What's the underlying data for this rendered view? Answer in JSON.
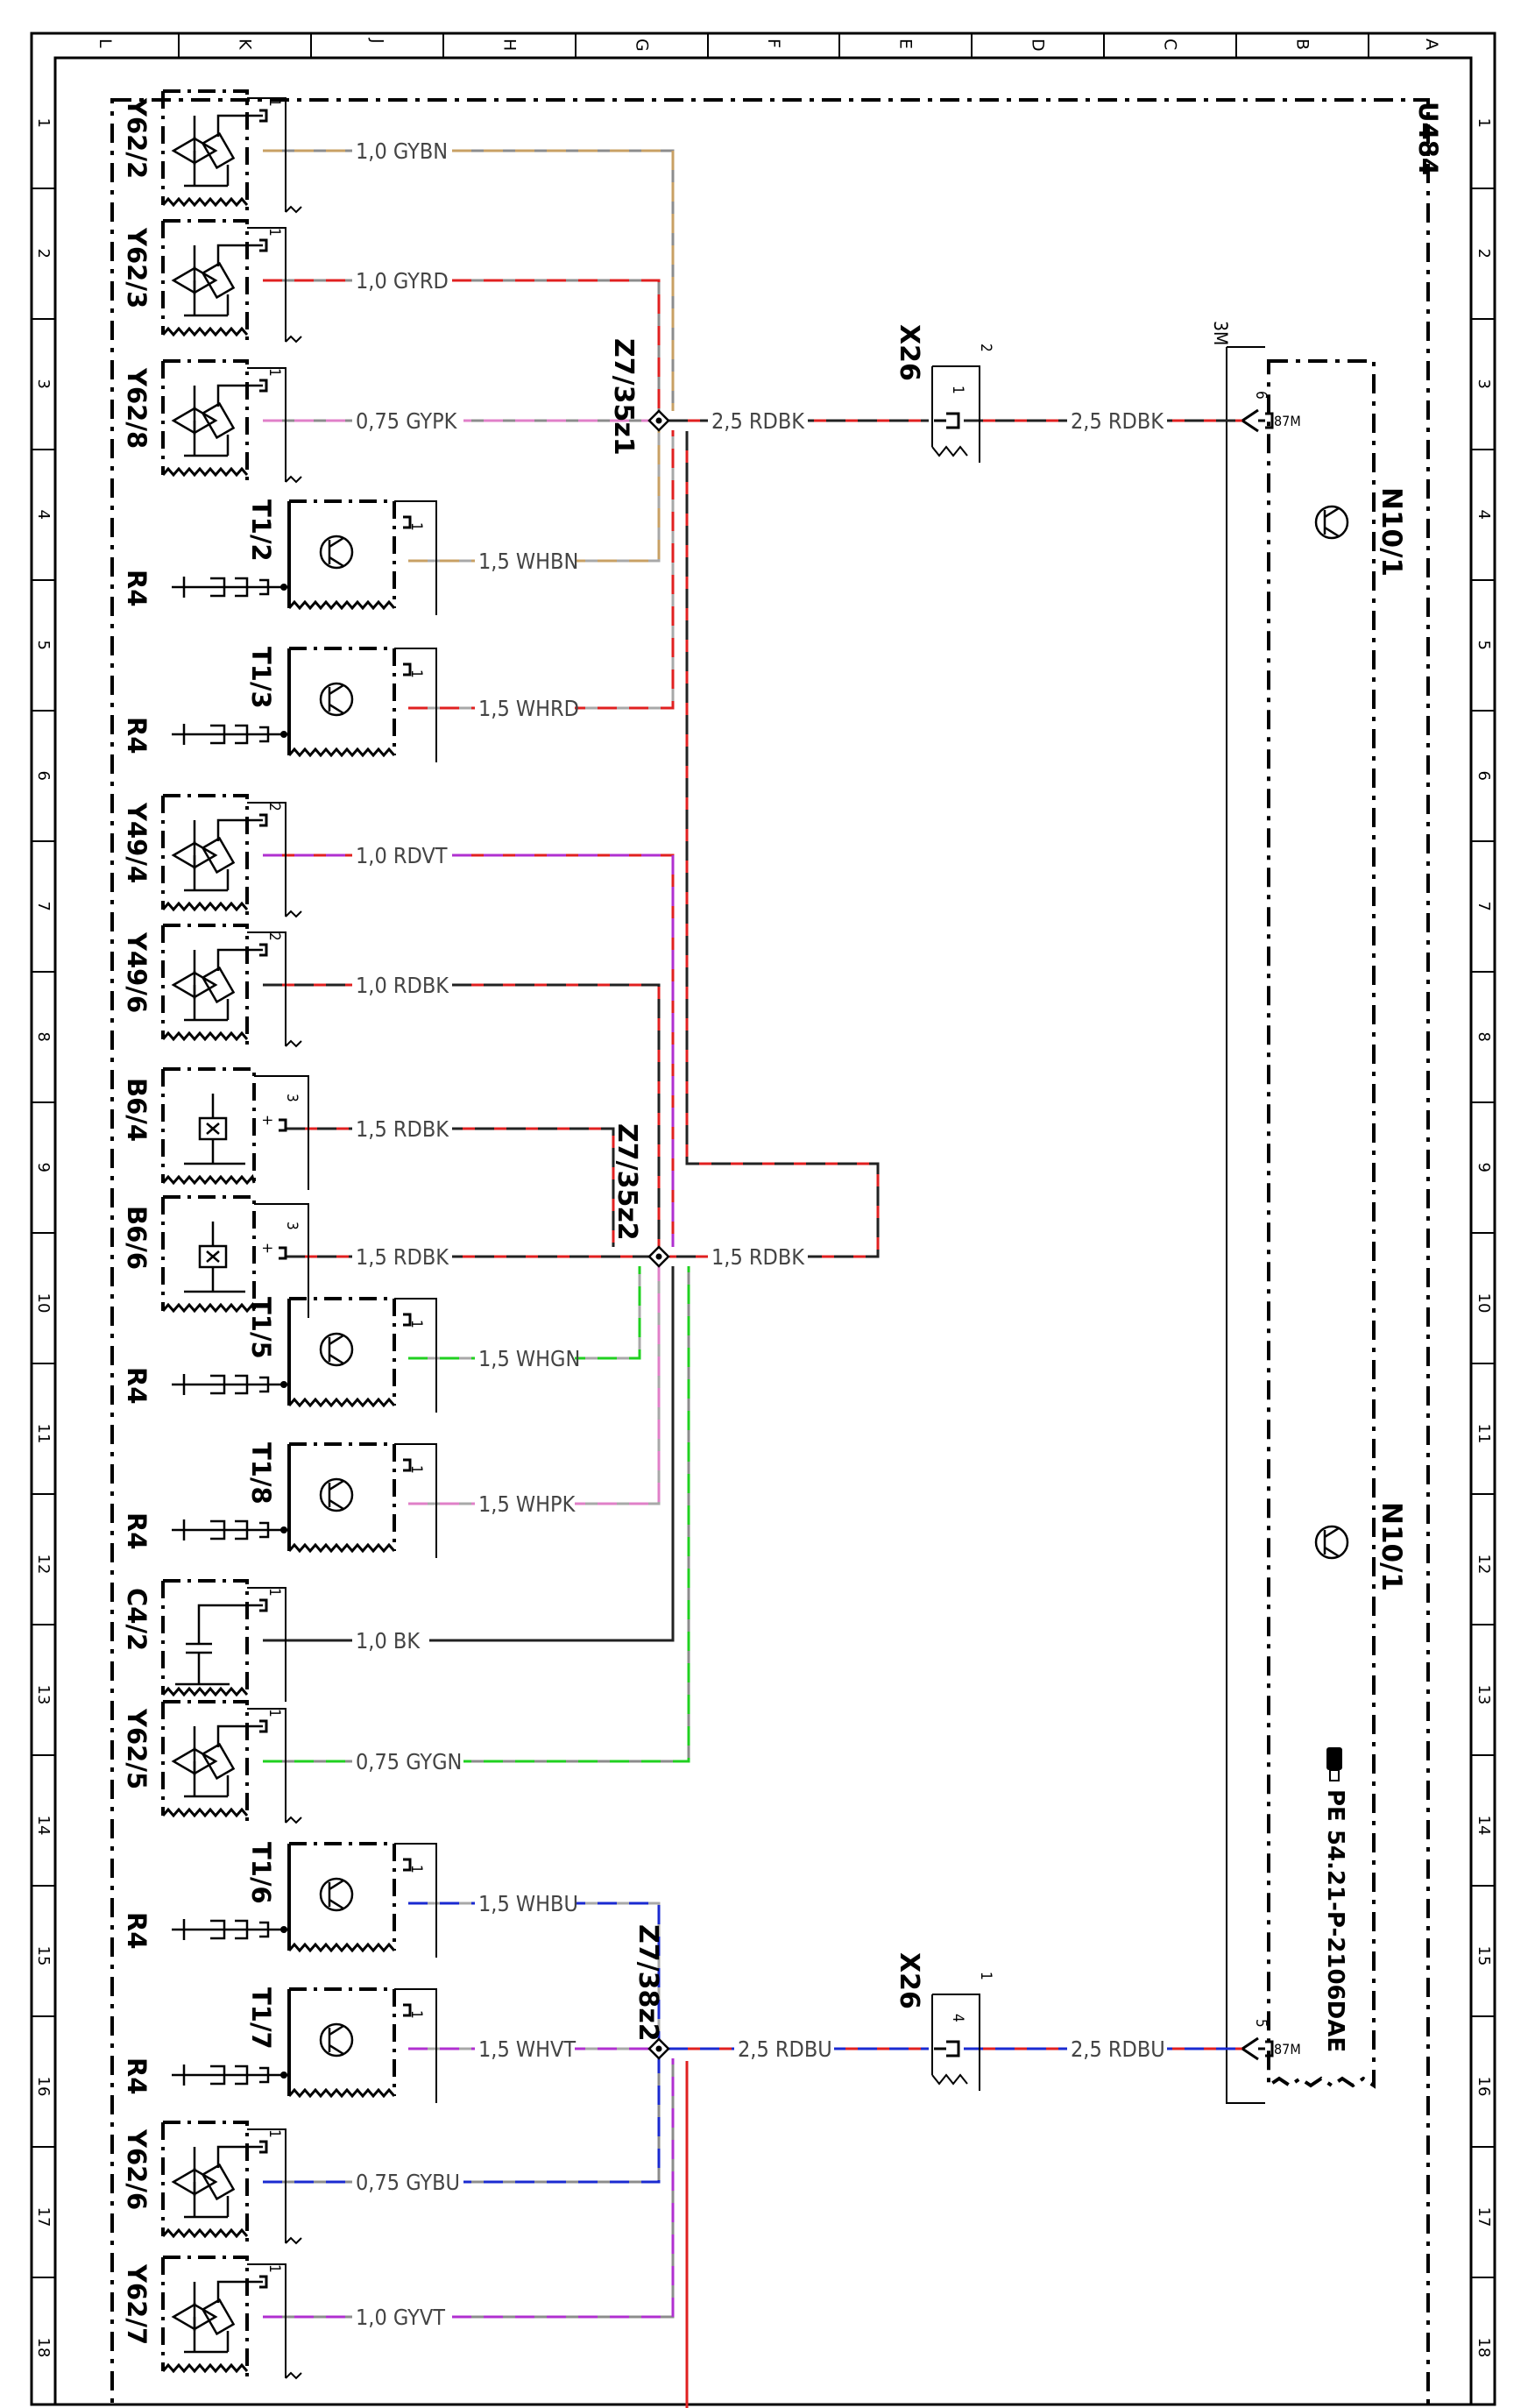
{
  "frame": {
    "top_letters": [
      "L",
      "K",
      "J",
      "H",
      "G",
      "F",
      "E",
      "D",
      "C",
      "B",
      "A"
    ],
    "row_numbers": [
      "1",
      "2",
      "3",
      "4",
      "5",
      "6",
      "7",
      "8",
      "9",
      "10",
      "11",
      "12",
      "13",
      "14",
      "15",
      "16",
      "17",
      "18"
    ]
  },
  "module_label": "U484",
  "connectors": {
    "z7_35z1": "Z7/35z1",
    "z7_35z2": "Z7/35z2",
    "z7_38z2": "Z7/38z2",
    "x26_top": "X26",
    "x26_top_pin": "2",
    "x26_top_inner_pin": "1",
    "x26_bottom": "X26",
    "x26_bottom_pin": "1",
    "x26_bottom_inner_pin": "4"
  },
  "components": {
    "y62_2": "Y62/2",
    "y62_3": "Y62/3",
    "y62_8": "Y62/8",
    "t1_2": "T1/2",
    "t1_3": "T1/3",
    "y49_4": "Y49/4",
    "y49_6": "Y49/6",
    "b6_4": "B6/4",
    "b6_6": "B6/6",
    "t1_5": "T1/5",
    "t1_8": "T1/8",
    "c4_2": "C4/2",
    "y62_5": "Y62/5",
    "t1_6": "T1/6",
    "t1_7": "T1/7",
    "y62_6": "Y62/6",
    "y62_7": "Y62/7",
    "r4": "R4"
  },
  "pins": {
    "p1": "1",
    "p2": "2",
    "p3": "3",
    "p5": "5",
    "p6": "6",
    "plus": "+"
  },
  "wires": {
    "w_y62_2": "1,0 GYBN",
    "w_y62_3": "1,0 GYRD",
    "w_y62_8": "0,75 GYPK",
    "w_t1_2": "1,5 WHBN",
    "w_t1_3": "1,5 WHRD",
    "w_y49_4": "1,0 RDVT",
    "w_y49_6": "1,0 RDBK",
    "w_b6_4": "1,5 RDBK",
    "w_b6_6": "1,5 RDBK",
    "w_t1_5": "1,5 WHGN",
    "w_t1_8": "1,5 WHPK",
    "w_c4_2": "1,0 BK",
    "w_y62_5": "0,75 GYGN",
    "w_t1_6": "1,5 WHBU",
    "w_t1_7": "1,5 WHVT",
    "w_y62_6": "0,75 GYBU",
    "w_y62_7": "1,0 GYVT",
    "w_z1_x26": "2,5 RDBK",
    "w_x26_n10_top": "2,5 RDBK",
    "w_z2_loop": "1,5 RDBK",
    "w_z3_x26": "2,5 RDBU",
    "w_x26_n10_bottom": "2,5 RDBU"
  },
  "n10": {
    "label_top": "N10/1",
    "label_bottom": "N10/1",
    "ref": "PE 54.21-P-2106DAE",
    "pin_87m_top": "87M",
    "pin_87m_bottom": "87M",
    "shield": "3M"
  },
  "wire_colors": {
    "GY": "#8c8c8c",
    "BN": "#c8a064",
    "RD": "#e02020",
    "PK": "#e080c8",
    "WH": "#a8a8a8",
    "VT": "#b030d0",
    "BK": "#222222",
    "GN": "#20d020",
    "BU": "#1a2ad0"
  }
}
